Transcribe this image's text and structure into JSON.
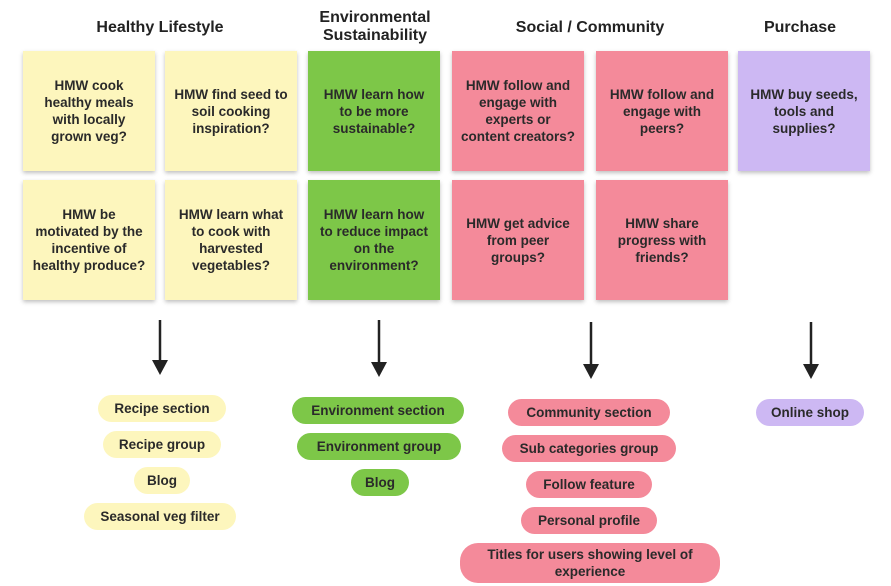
{
  "columns": {
    "healthy": {
      "heading": "Healthy Lifestyle"
    },
    "environment": {
      "heading": "Environmental Sustainability"
    },
    "social": {
      "heading": "Social / Community"
    },
    "purchase": {
      "heading": "Purchase"
    }
  },
  "notes": {
    "healthy_1": "HMW cook healthy meals with locally grown veg?",
    "healthy_2": "HMW find seed to soil cooking inspiration?",
    "healthy_3": "HMW be motivated by the incentive of healthy produce?",
    "healthy_4": "HMW learn what to cook with harvested vegetables?",
    "environment_1": "HMW learn how to be more sustainable?",
    "environment_2": "HMW learn how to reduce impact on the environment?",
    "social_1": "HMW follow and engage with experts or content creators?",
    "social_2": "HMW follow and engage with peers?",
    "social_3": "HMW get advice from peer groups?",
    "social_4": "HMW share progress with friends?",
    "purchase_1": "HMW buy seeds, tools and supplies?"
  },
  "outcomes": {
    "healthy": [
      "Recipe section",
      "Recipe group",
      "Blog",
      "Seasonal veg filter"
    ],
    "environment": [
      "Environment section",
      "Environment group",
      "Blog"
    ],
    "social": [
      "Community section",
      "Sub categories group",
      "Follow feature",
      "Personal profile",
      "Titles for users showing level of experience"
    ],
    "purchase": [
      "Online shop"
    ]
  },
  "colors": {
    "yellow": "#fdf6bd",
    "green": "#7dc748",
    "pink": "#f48a9a",
    "purple": "#cdb8f3",
    "arrow": "#222222"
  }
}
